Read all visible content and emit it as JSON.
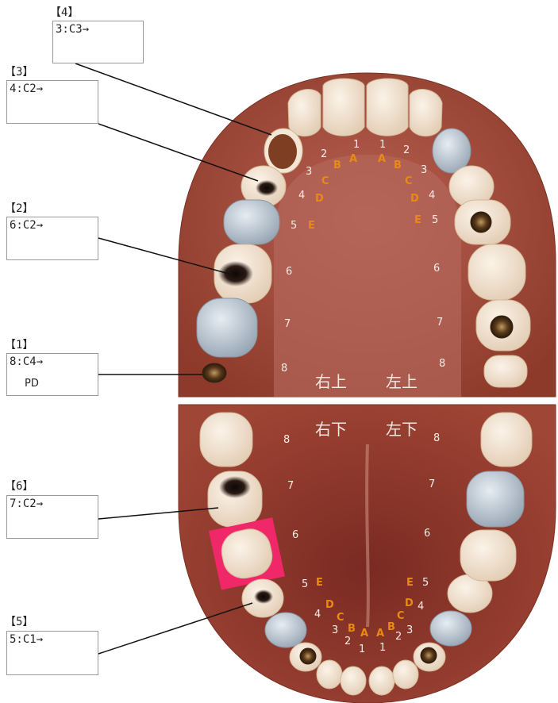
{
  "quadrants": {
    "upper_right": "右上",
    "upper_left": "左上",
    "lower_right": "右下",
    "lower_left": "左下"
  },
  "perm_numbers": [
    "1",
    "2",
    "3",
    "4",
    "5",
    "6",
    "7",
    "8"
  ],
  "deciduous_letters": [
    "A",
    "B",
    "C",
    "D",
    "E"
  ],
  "callouts": [
    {
      "id": "4",
      "header": "【4】",
      "text": "3:C3→",
      "sub": ""
    },
    {
      "id": "3",
      "header": "【3】",
      "text": "4:C2→",
      "sub": ""
    },
    {
      "id": "2",
      "header": "【2】",
      "text": "6:C2→",
      "sub": ""
    },
    {
      "id": "1",
      "header": "【1】",
      "text": "8:C4→",
      "sub": "PD"
    },
    {
      "id": "6",
      "header": "【6】",
      "text": "7:C2→",
      "sub": ""
    },
    {
      "id": "5",
      "header": "【5】",
      "text": "5:C1→",
      "sub": ""
    }
  ],
  "colors": {
    "gum": "#a04a36",
    "gum_dark": "#7e2c20",
    "palate": "#b4665a",
    "tooth": "#efe1cf",
    "metal": "#b9c5d0",
    "caries": "#1d1410",
    "number": "#f3ece6",
    "letter": "#e88a14",
    "highlight": "#f0286a"
  }
}
